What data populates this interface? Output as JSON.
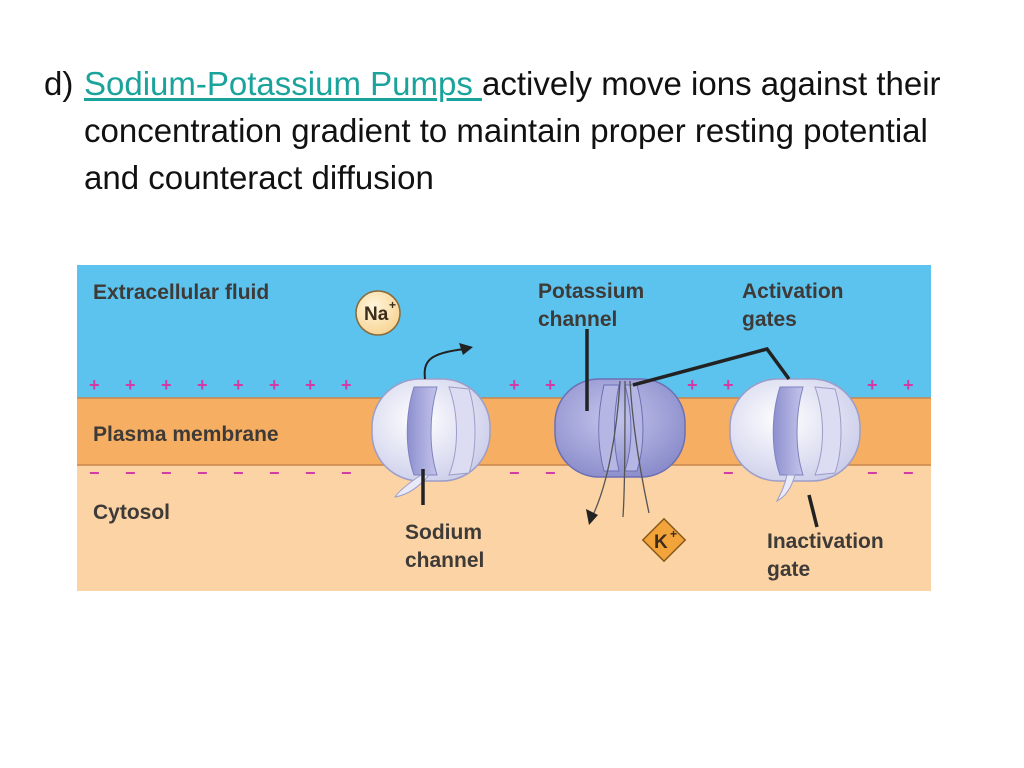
{
  "slide": {
    "marker": "d)",
    "link_text": "Sodium-Potassium Pumps ",
    "body_text": "actively move ions against their concentration gradient to maintain proper resting potential and counteract diffusion"
  },
  "diagram": {
    "labels": {
      "extracellular": "Extracellular fluid",
      "membrane": "Plasma membrane",
      "cytosol": "Cytosol",
      "sodium_channel": [
        "Sodium",
        "channel"
      ],
      "potassium_channel": [
        "Potassium",
        "channel"
      ],
      "activation_gates": [
        "Activation",
        "gates"
      ],
      "inactivation_gate": [
        "Inactivation",
        "gate"
      ]
    },
    "ions": {
      "sodium": {
        "symbol": "Na",
        "charge": "+"
      },
      "potassium": {
        "symbol": "K",
        "charge": "+"
      }
    },
    "charges": {
      "outside": "+",
      "inside": "−"
    },
    "colors": {
      "extracellular": "#5cc2ee",
      "membrane": "#f6ae62",
      "cytosol": "#fbd3a4",
      "plus": "#d23aa6",
      "minus": "#d23aa6",
      "channel_fill": "#e4e4f5",
      "channel_inner": "#9d9fd6",
      "k_channel": "#9a9bd4",
      "na_ion": "#fde3ae",
      "k_ion": "#f2a33a",
      "link": "#1aa39b"
    }
  }
}
